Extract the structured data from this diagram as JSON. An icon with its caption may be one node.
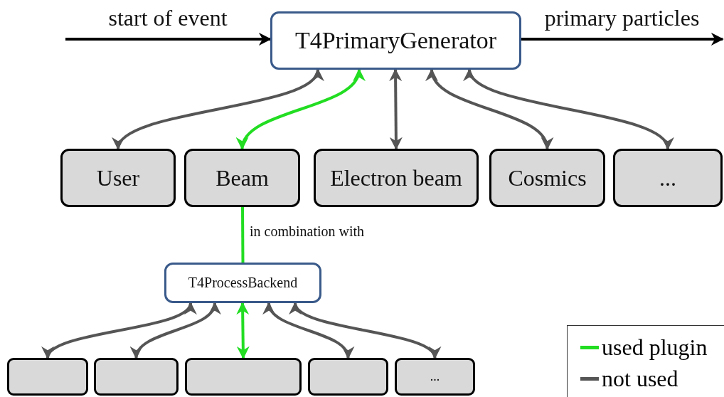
{
  "diagram": {
    "nodes": [
      {
        "text": [
          "T4PrimaryGenerator"
        ]
      },
      {
        "text": [
          "User"
        ]
      },
      {
        "text": [
          "Beam"
        ]
      },
      {
        "text": [
          "Electron beam"
        ]
      },
      {
        "text": [
          "Cosmics"
        ]
      },
      {
        "text": [
          "..."
        ]
      },
      {
        "text": [
          "T4ProcessBackend"
        ]
      },
      {
        "text": [],
        "shape": "box"
      },
      {
        "text": [],
        "shape": "box"
      },
      {
        "text": [],
        "shape": "box"
      },
      {
        "text": [],
        "shape": "box"
      },
      {
        "text": [
          "..."
        ]
      }
    ],
    "edges": [
      {
        "from": null,
        "to": 0,
        "arrow": "to",
        "label": "start of event",
        "color": "#000000"
      },
      {
        "from": 0,
        "to": null,
        "arrow": "to",
        "label": "primary particles",
        "color": "#000000"
      },
      {
        "from": 0,
        "to": 1,
        "arrow": "both"
      },
      {
        "from": 0,
        "to": 2,
        "arrow": "both",
        "color": "#22dd22"
      },
      {
        "from": 0,
        "to": 3,
        "arrow": "both"
      },
      {
        "from": 0,
        "to": 4,
        "arrow": "both"
      },
      {
        "from": 0,
        "to": 5,
        "arrow": "both"
      },
      {
        "from": 2,
        "to": 6,
        "arrow": "none",
        "label": "in combination with",
        "color": "#22dd22"
      },
      {
        "from": 6,
        "to": 7,
        "arrow": "both"
      },
      {
        "from": 6,
        "to": 8,
        "arrow": "both"
      },
      {
        "from": 6,
        "to": 9,
        "arrow": "both",
        "color": "#22dd22"
      },
      {
        "from": 6,
        "to": 10,
        "arrow": "both"
      },
      {
        "from": 6,
        "to": 11,
        "arrow": "both"
      }
    ],
    "legend": [
      {
        "text": "used plugin",
        "color": "#22dd22"
      },
      {
        "text": "not used",
        "color": "#555555"
      }
    ]
  }
}
